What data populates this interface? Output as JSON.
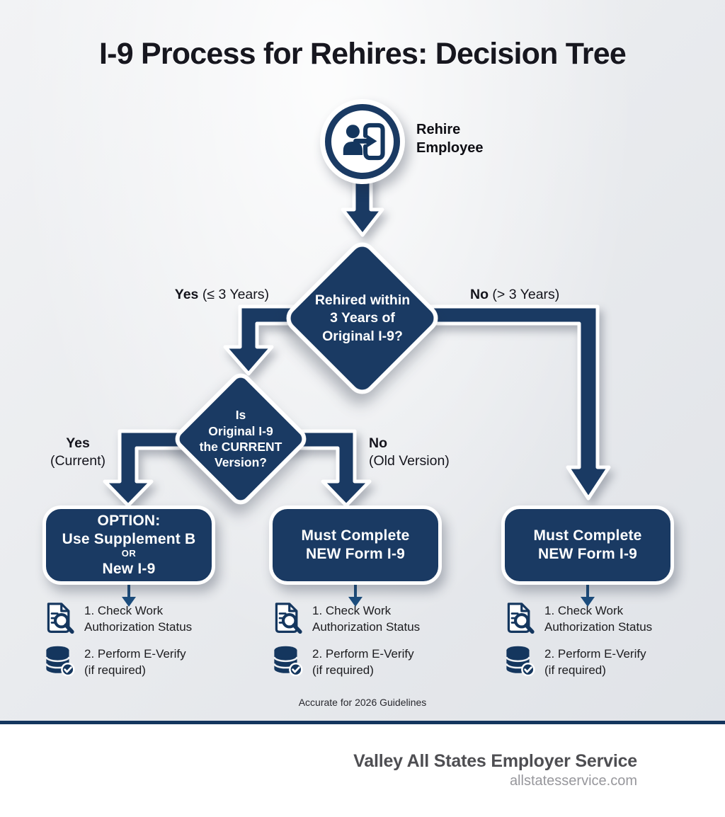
{
  "title": "I-9 Process for Rehires: Decision Tree",
  "start": {
    "icon": "person-login-icon",
    "label_line1": "Rehire",
    "label_line2": "Employee"
  },
  "decision1": {
    "lines": [
      "Rehired within",
      "3 Years of",
      "Original I-9?"
    ],
    "yes": {
      "label": "Yes",
      "note": "(≤ 3 Years)"
    },
    "no": {
      "label": "No",
      "note": "(> 3 Years)"
    }
  },
  "decision2": {
    "lines": [
      "Is",
      "Original I-9",
      "the CURRENT",
      "Version?"
    ],
    "yes": {
      "label": "Yes",
      "note": "(Current)"
    },
    "no": {
      "label": "No",
      "note": "(Old Version)"
    }
  },
  "outcomes": {
    "option": {
      "line1": "OPTION:",
      "line2": "Use Supplement B",
      "line3": "OR",
      "line4": "New I-9"
    },
    "new_form_middle": {
      "line1": "Must Complete",
      "line2": "NEW Form I-9"
    },
    "new_form_right": {
      "line1": "Must Complete",
      "line2": "NEW Form I-9"
    }
  },
  "steps": [
    {
      "icon": "document-search-icon",
      "line1": "1. Check Work",
      "line2": "Authorization Status"
    },
    {
      "icon": "database-check-icon",
      "line1": "2. Perform E-Verify",
      "line2": "(if required)"
    }
  ],
  "footnote": "Accurate for 2026 Guidelines",
  "footer": {
    "company": "Valley All States Employer Service",
    "website": "allstatesservice.com"
  },
  "colors": {
    "navy": "#1a3a63",
    "arrow_accent": "#1d4e7e",
    "divider": "#14365e",
    "background": "#e9ebee"
  }
}
